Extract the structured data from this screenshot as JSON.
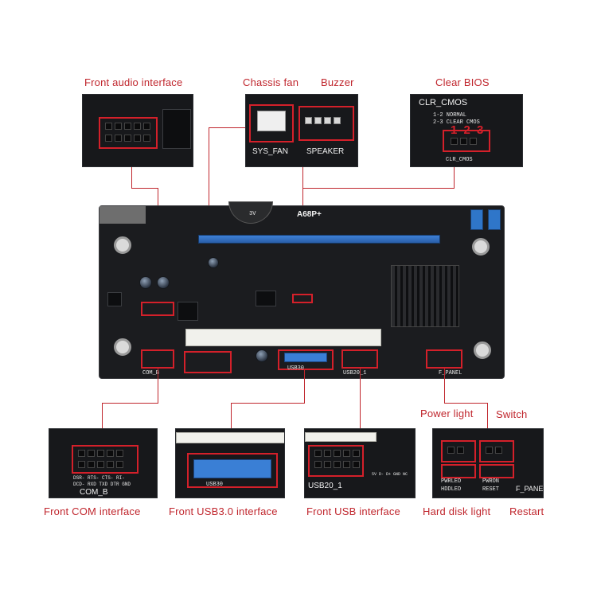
{
  "labels": {
    "front_audio": "Front audio interface",
    "chassis_fan": "Chassis fan",
    "buzzer": "Buzzer",
    "clear_bios": "Clear BIOS",
    "power_light": "Power light",
    "switch": "Switch",
    "front_com": "Front COM interface",
    "front_usb3": "Front USB3.0 interface",
    "front_usb": "Front USB interface",
    "hdd_light": "Hard disk light",
    "restart": "Restart"
  },
  "board": {
    "model": "A68P+",
    "battery": "3V"
  },
  "silkscreen": {
    "sys_fan": "SYS_FAN",
    "speaker": "SPEAKER",
    "clr_cmos": "CLR_CMOS",
    "clr_normal": "1-2 NORMAL",
    "clr_clear": "2-3 CLEAR CMOS",
    "clr_nums": "1 2 3",
    "com_b": "COM_B",
    "com_pins_top": "DSR- RTS- CTS- RI-",
    "com_pins_bot": "DCD- RXD TXD DTR GND",
    "usb30": "USB30",
    "usb20": "USB20_1",
    "usb_pins": "5V D- D+ GND NC",
    "pwrled": "PWRLED",
    "hddled": "HDDLED",
    "pwron": "PWRON",
    "reset": "RESET",
    "f_panel": "F_PANEL"
  },
  "colors": {
    "accent": "#c0262d",
    "board": "#1b1c1f",
    "pcie": "#3d7fd6"
  }
}
